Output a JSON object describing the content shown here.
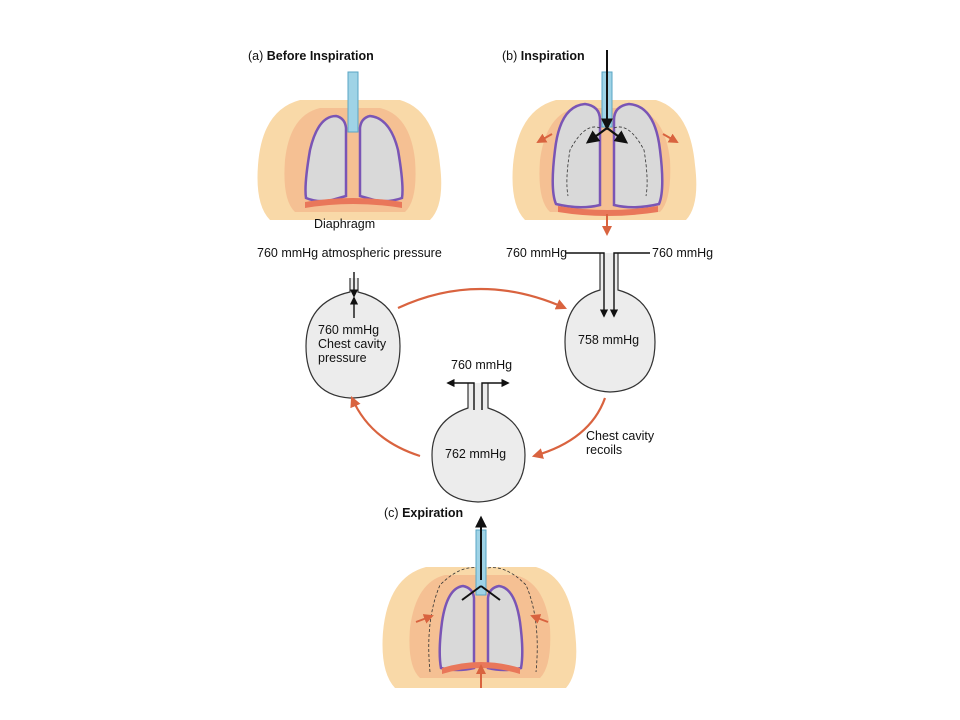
{
  "panels": {
    "a": {
      "letter": "(a)",
      "title": "Before Inspiration",
      "diaphragm_label": "Diaphragm"
    },
    "b": {
      "letter": "(b)",
      "title": "Inspiration"
    },
    "c": {
      "letter": "(c)",
      "title": "Expiration"
    }
  },
  "pressures": {
    "atmospheric": "760 mmHg atmospheric pressure",
    "chest_760_line1": "760 mmHg",
    "chest_760_line2": "Chest cavity",
    "chest_760_line3": "pressure",
    "insp_left": "760 mmHg",
    "insp_right": "760 mmHg",
    "insp_inside": "758 mmHg",
    "exp_top": "760 mmHg",
    "exp_inside": "762 mmHg",
    "recoil_line1": "Chest cavity",
    "recoil_line2": "recoils"
  },
  "colors": {
    "skin_outer": "#f9d9a8",
    "skin_inner": "#f4b58a",
    "lung_fill": "#d9d9d9",
    "lung_outline": "#7a55b5",
    "diaphragm": "#e9775a",
    "trachea": "#9fd3e6",
    "arrow_orange": "#d9633f",
    "flask_fill": "#ececec"
  }
}
